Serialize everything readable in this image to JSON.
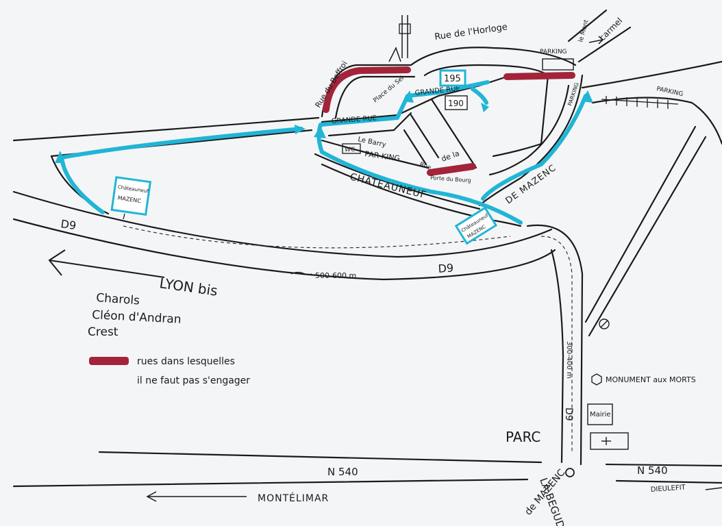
{
  "streets": {
    "horloge": "Rue de l'Horloge",
    "beffroi": "Rue du Beffroi",
    "place_sel": "Place du Sel",
    "grande_rue_west": "GRANDE RUE",
    "grande_rue_east": "GRANDE RUE",
    "barry": "Le Barry",
    "porte_rue": "Rue",
    "porte_de_la": "de la",
    "porte_du_bourg": "Porte du Bourg",
    "le_mont": "le Mont",
    "carmel": "carmel"
  },
  "roads": {
    "chateauneuf": "CHÂTEAUNEUF",
    "de_mazenc": "DE MAZENC",
    "d9_left": "D9",
    "d9_mid": "D9",
    "d9_south": "D9",
    "n540_left": "N 540",
    "n540_right": "N 540"
  },
  "parking": {
    "top": "PARKING",
    "right": "PARKING",
    "east": "PARKING",
    "center": "PAR KING",
    "wc": "WC"
  },
  "house_numbers": {
    "n195": "195",
    "n190": "190"
  },
  "signs": {
    "sign1_line1": "Châteauneuf",
    "sign1_line2": "MAZENC",
    "sign2_line1": "Châteauneuf",
    "sign2_line2": "MAZENC"
  },
  "distances": {
    "d9_dist": "500-600 m",
    "south_dist": "300-400 m"
  },
  "directions": {
    "lyon": "LYON bis",
    "charols": "Charols",
    "cleon": "Cléon d'Andran",
    "crest": "Crest",
    "montelimar": "MONTÉLIMAR",
    "dieulefit": "DIEULEFIT"
  },
  "places": {
    "parc": "PARC",
    "monument": "MONUMENT aux MORTS",
    "mairie": "Mairie",
    "begude1": "LA BEGUDE",
    "begude2": "de MAZENC"
  },
  "legend": {
    "line1": "rues dans lesquelles",
    "line2": "il ne faut pas s'engager",
    "color": "#a3243a"
  },
  "colors": {
    "route": "#21b5d6",
    "no_entry": "#a3243a",
    "ink": "#1a1a1a"
  }
}
